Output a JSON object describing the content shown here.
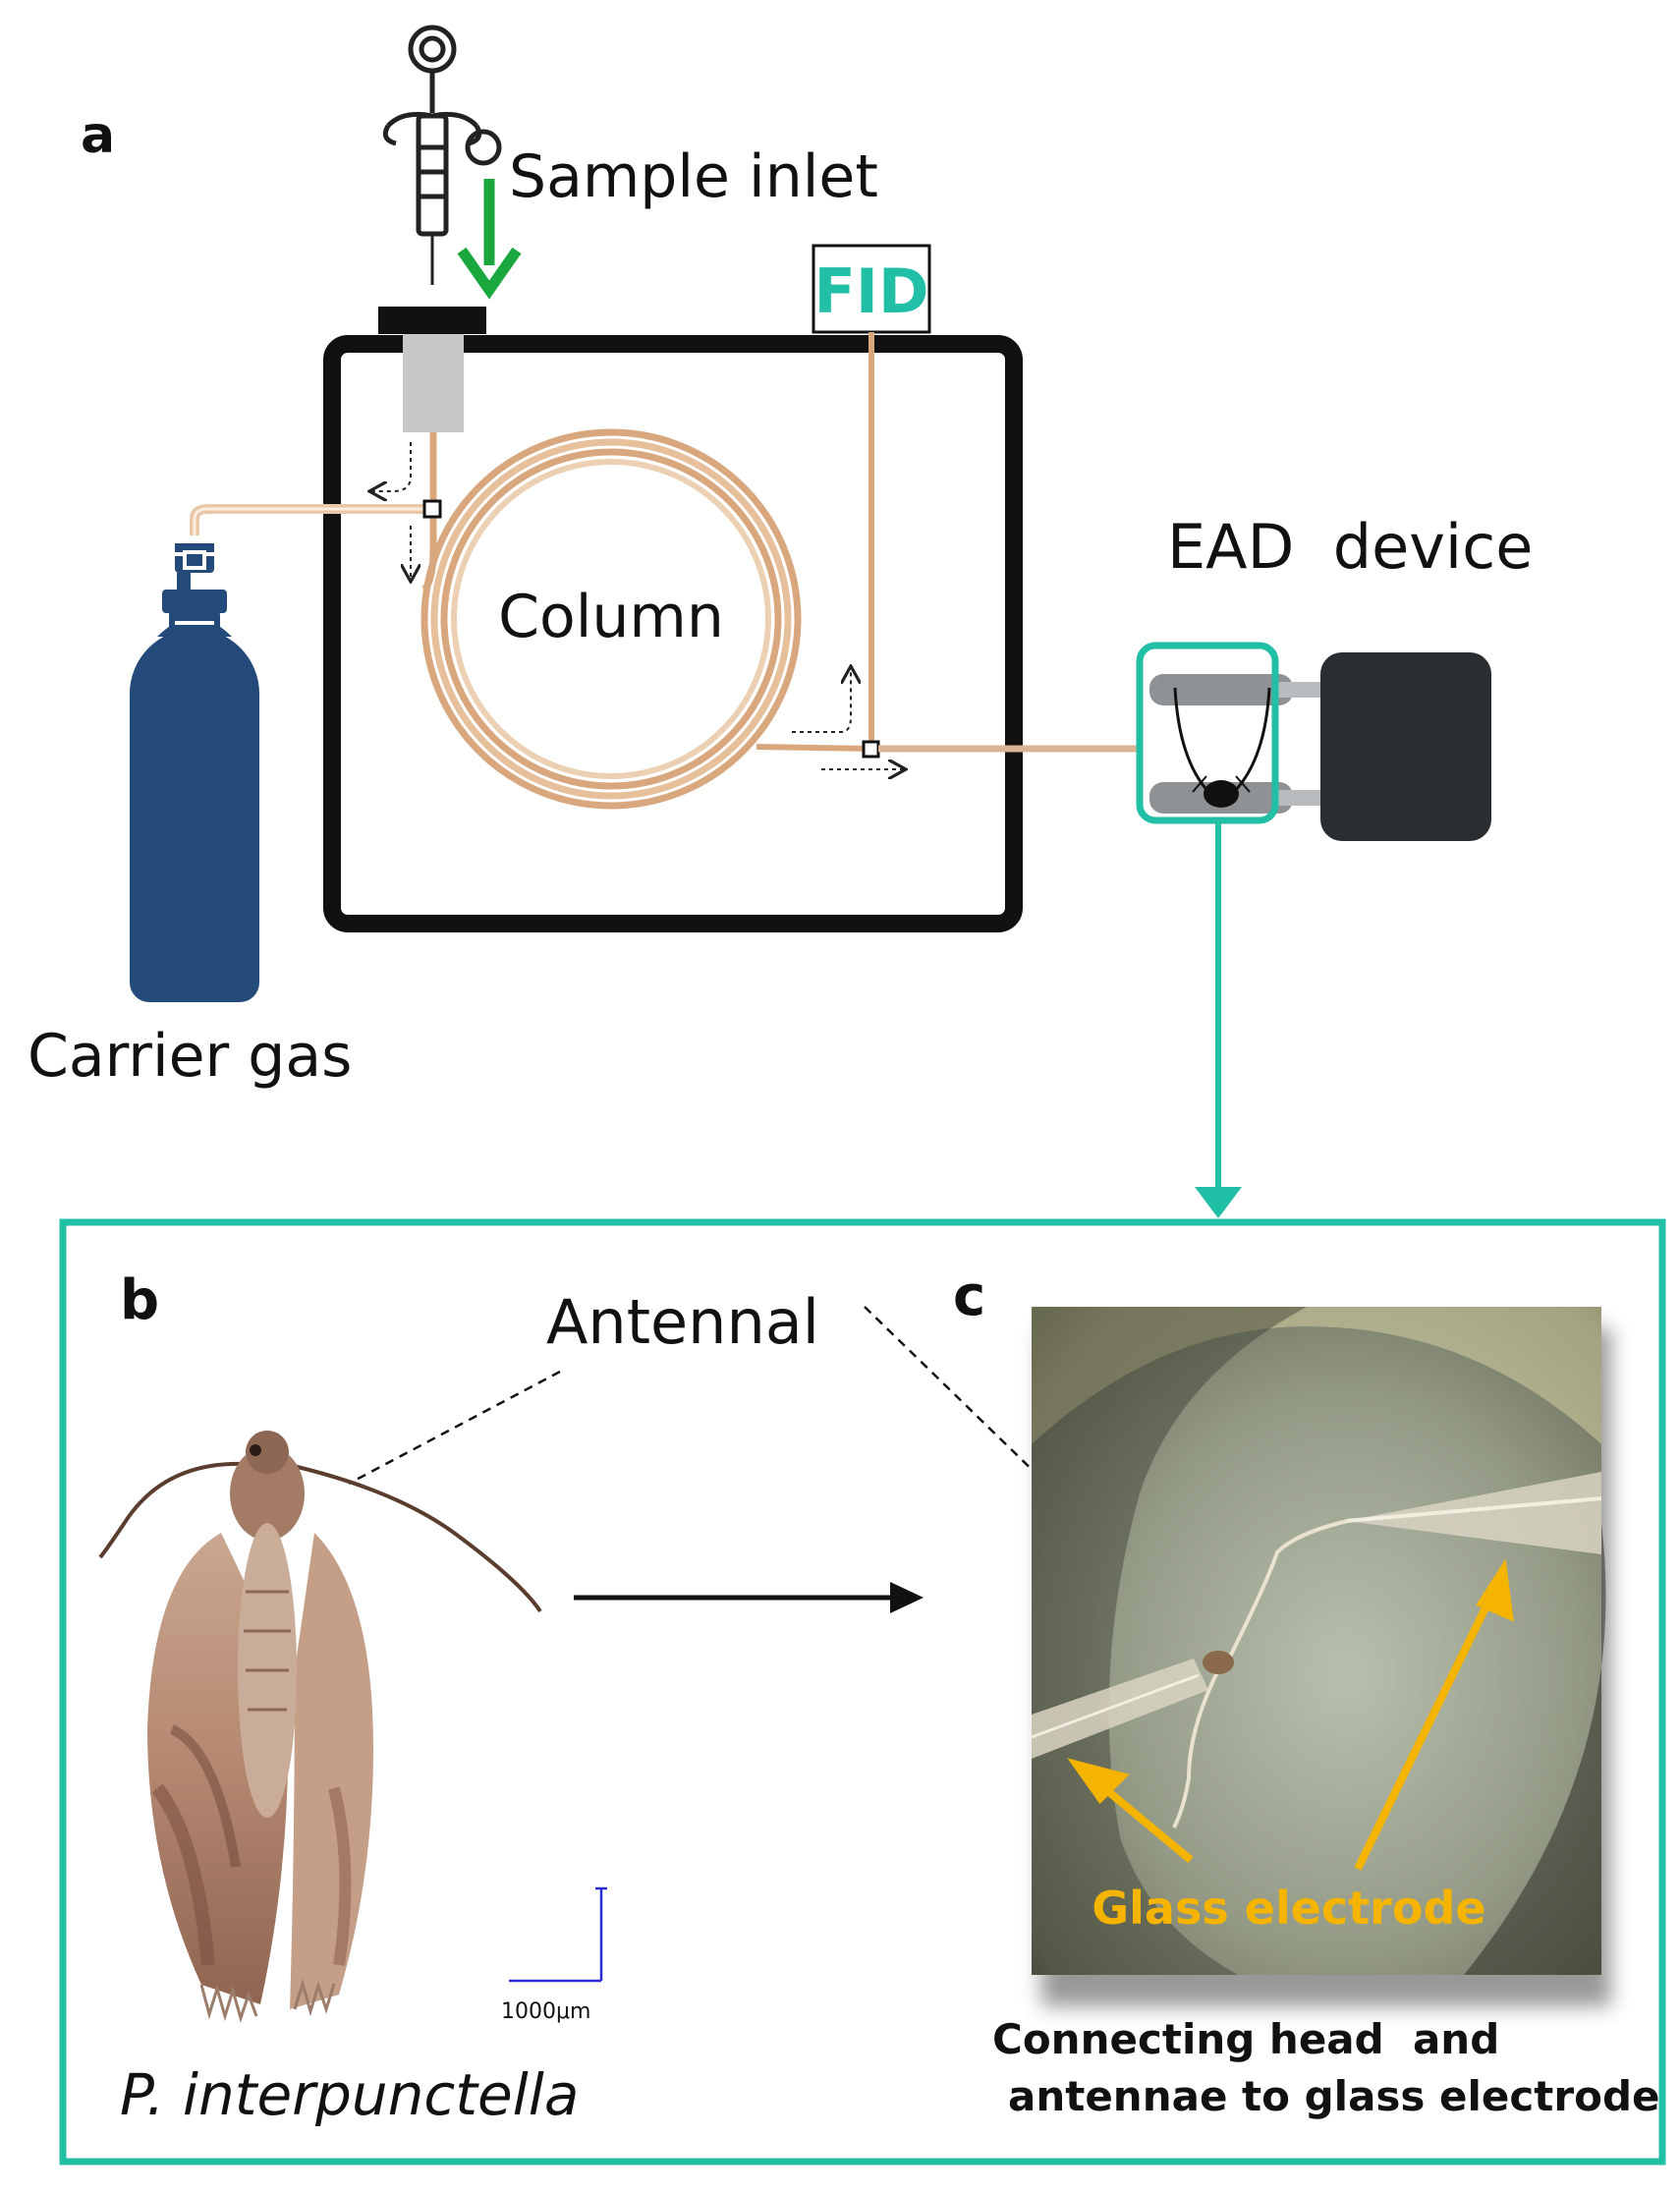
{
  "panel_labels": {
    "a": "a",
    "b": "b",
    "c": "c"
  },
  "panel_a": {
    "sample_inlet": "Sample inlet",
    "fid": "FID",
    "column": "Column",
    "ead_device": "EAD  device",
    "carrier_gas": "Carrier gas"
  },
  "panel_b": {
    "antennal": "Antennal",
    "scale_bar": "1000μm",
    "species": "P. interpunctella"
  },
  "panel_c": {
    "glass_electrode": "Glass electrode",
    "caption_line1": "Connecting head  and",
    "caption_line2": "antennae to glass electrode"
  },
  "colors": {
    "teal": "#21bfa6",
    "green_arrow": "#1aa83e",
    "cylinder_blue": "#234a78",
    "tube_copper": "#d9a77e",
    "oven_frame": "#111111",
    "ead_box": "#2b2e30",
    "glass_label": "#f5b400"
  }
}
